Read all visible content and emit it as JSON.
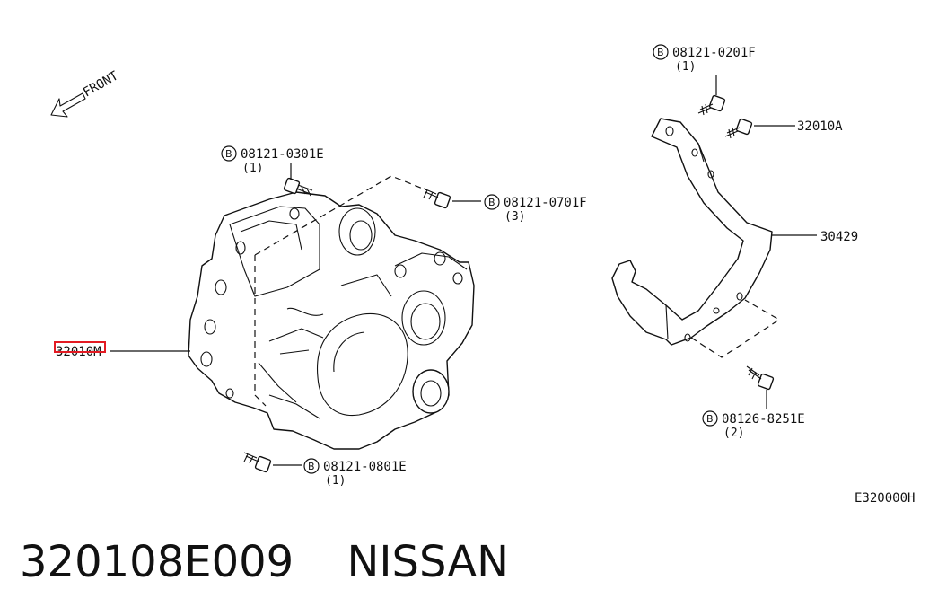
{
  "diagram": {
    "front_label": "FRONT",
    "bolt_marker": "B",
    "callouts": {
      "c_0201": {
        "code": "08121-0201F",
        "qty": "(1)"
      },
      "c_0301": {
        "code": "08121-0301E",
        "qty": "(1)"
      },
      "c_0701": {
        "code": "08121-0701F",
        "qty": "(3)"
      },
      "c_0801": {
        "code": "08121-0801E",
        "qty": "(1)"
      },
      "c_8251": {
        "code": "08126-8251E",
        "qty": "(2)"
      },
      "p_32010A": {
        "code": "32010A"
      },
      "p_30429": {
        "code": "30429"
      },
      "p_32010M": {
        "code": "32010M"
      }
    },
    "figure_id": "E320000H"
  },
  "highlight": {
    "target": "32010M",
    "color": "#e31b23"
  },
  "footer": {
    "part_number": "320108E009",
    "brand": "NISSAN"
  }
}
